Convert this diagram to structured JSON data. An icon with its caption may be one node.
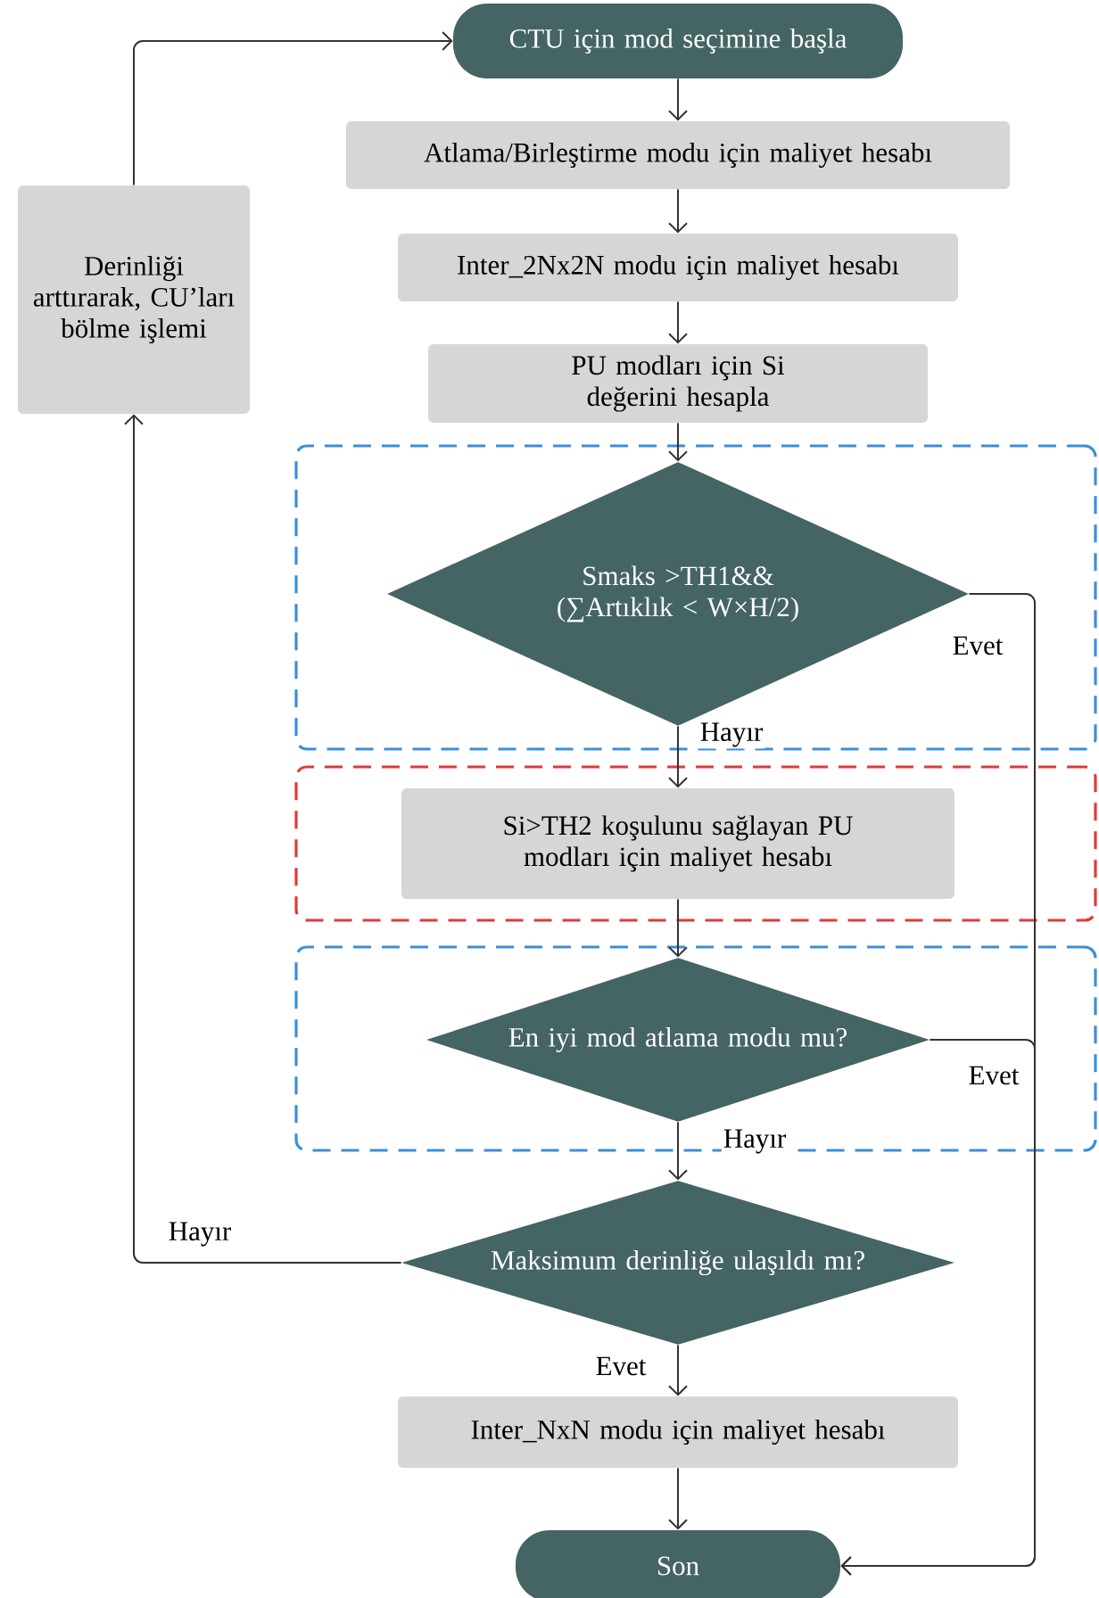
{
  "diagram": {
    "nodes": [
      {
        "text": [
          "CTU için mod seçimine başla"
        ]
      },
      {
        "text": [
          "Atlama/Birleştirme modu için maliyet hesabı"
        ]
      },
      {
        "text": [
          "Inter_2Nx2N modu için maliyet hesabı"
        ]
      },
      {
        "text": [
          "PU modları için Si değerini hesapla"
        ]
      },
      {
        "text": [],
        "shape": "box"
      },
      {
        "text": [
          "Smaks >TH1&& (∑Artıklık < W×H/2)"
        ],
        "in": 4
      },
      {
        "text": [],
        "shape": "box"
      },
      {
        "text": [
          "Si>TH2 koşulunu sağlayan PU modları için maliyet hesabı"
        ],
        "in": 6
      },
      {
        "text": [],
        "shape": "box"
      },
      {
        "text": [
          "En iyi mod atlama modu mu?"
        ],
        "in": 8
      },
      {
        "text": [
          "Maksimum derinliğe ulaşıldı mı?"
        ]
      },
      {
        "text": [
          "Inter_NxN modu için maliyet hesabı"
        ]
      },
      {
        "text": [
          "Son"
        ]
      },
      {
        "text": [
          "Derinliği arttırarak, CU’ları bölme işlemi"
        ]
      }
    ],
    "edges": [
      {
        "from": 0,
        "to": 1,
        "arrow": "to"
      },
      {
        "from": 1,
        "to": 2,
        "arrow": "to"
      },
      {
        "from": 2,
        "to": 3,
        "arrow": "to"
      },
      {
        "from": 3,
        "to": 5,
        "arrow": "to"
      },
      {
        "from": 5,
        "to": 7,
        "arrow": "to",
        "label": "Hayır"
      },
      {
        "from": 5,
        "to": 12,
        "arrow": "to",
        "label": "Evet"
      },
      {
        "from": 7,
        "to": 9,
        "arrow": "to"
      },
      {
        "from": 9,
        "to": 10,
        "arrow": "to",
        "label": "Hayır"
      },
      {
        "from": 9,
        "to": 12,
        "arrow": "to",
        "label": "Evet"
      },
      {
        "from": 10,
        "to": 11,
        "arrow": "to",
        "label": "Evet"
      },
      {
        "from": 10,
        "to": 13,
        "arrow": "to",
        "label": "Hayır"
      },
      {
        "from": 11,
        "to": 12,
        "arrow": "to"
      },
      {
        "from": 13,
        "to": 0,
        "arrow": "to"
      }
    ]
  }
}
